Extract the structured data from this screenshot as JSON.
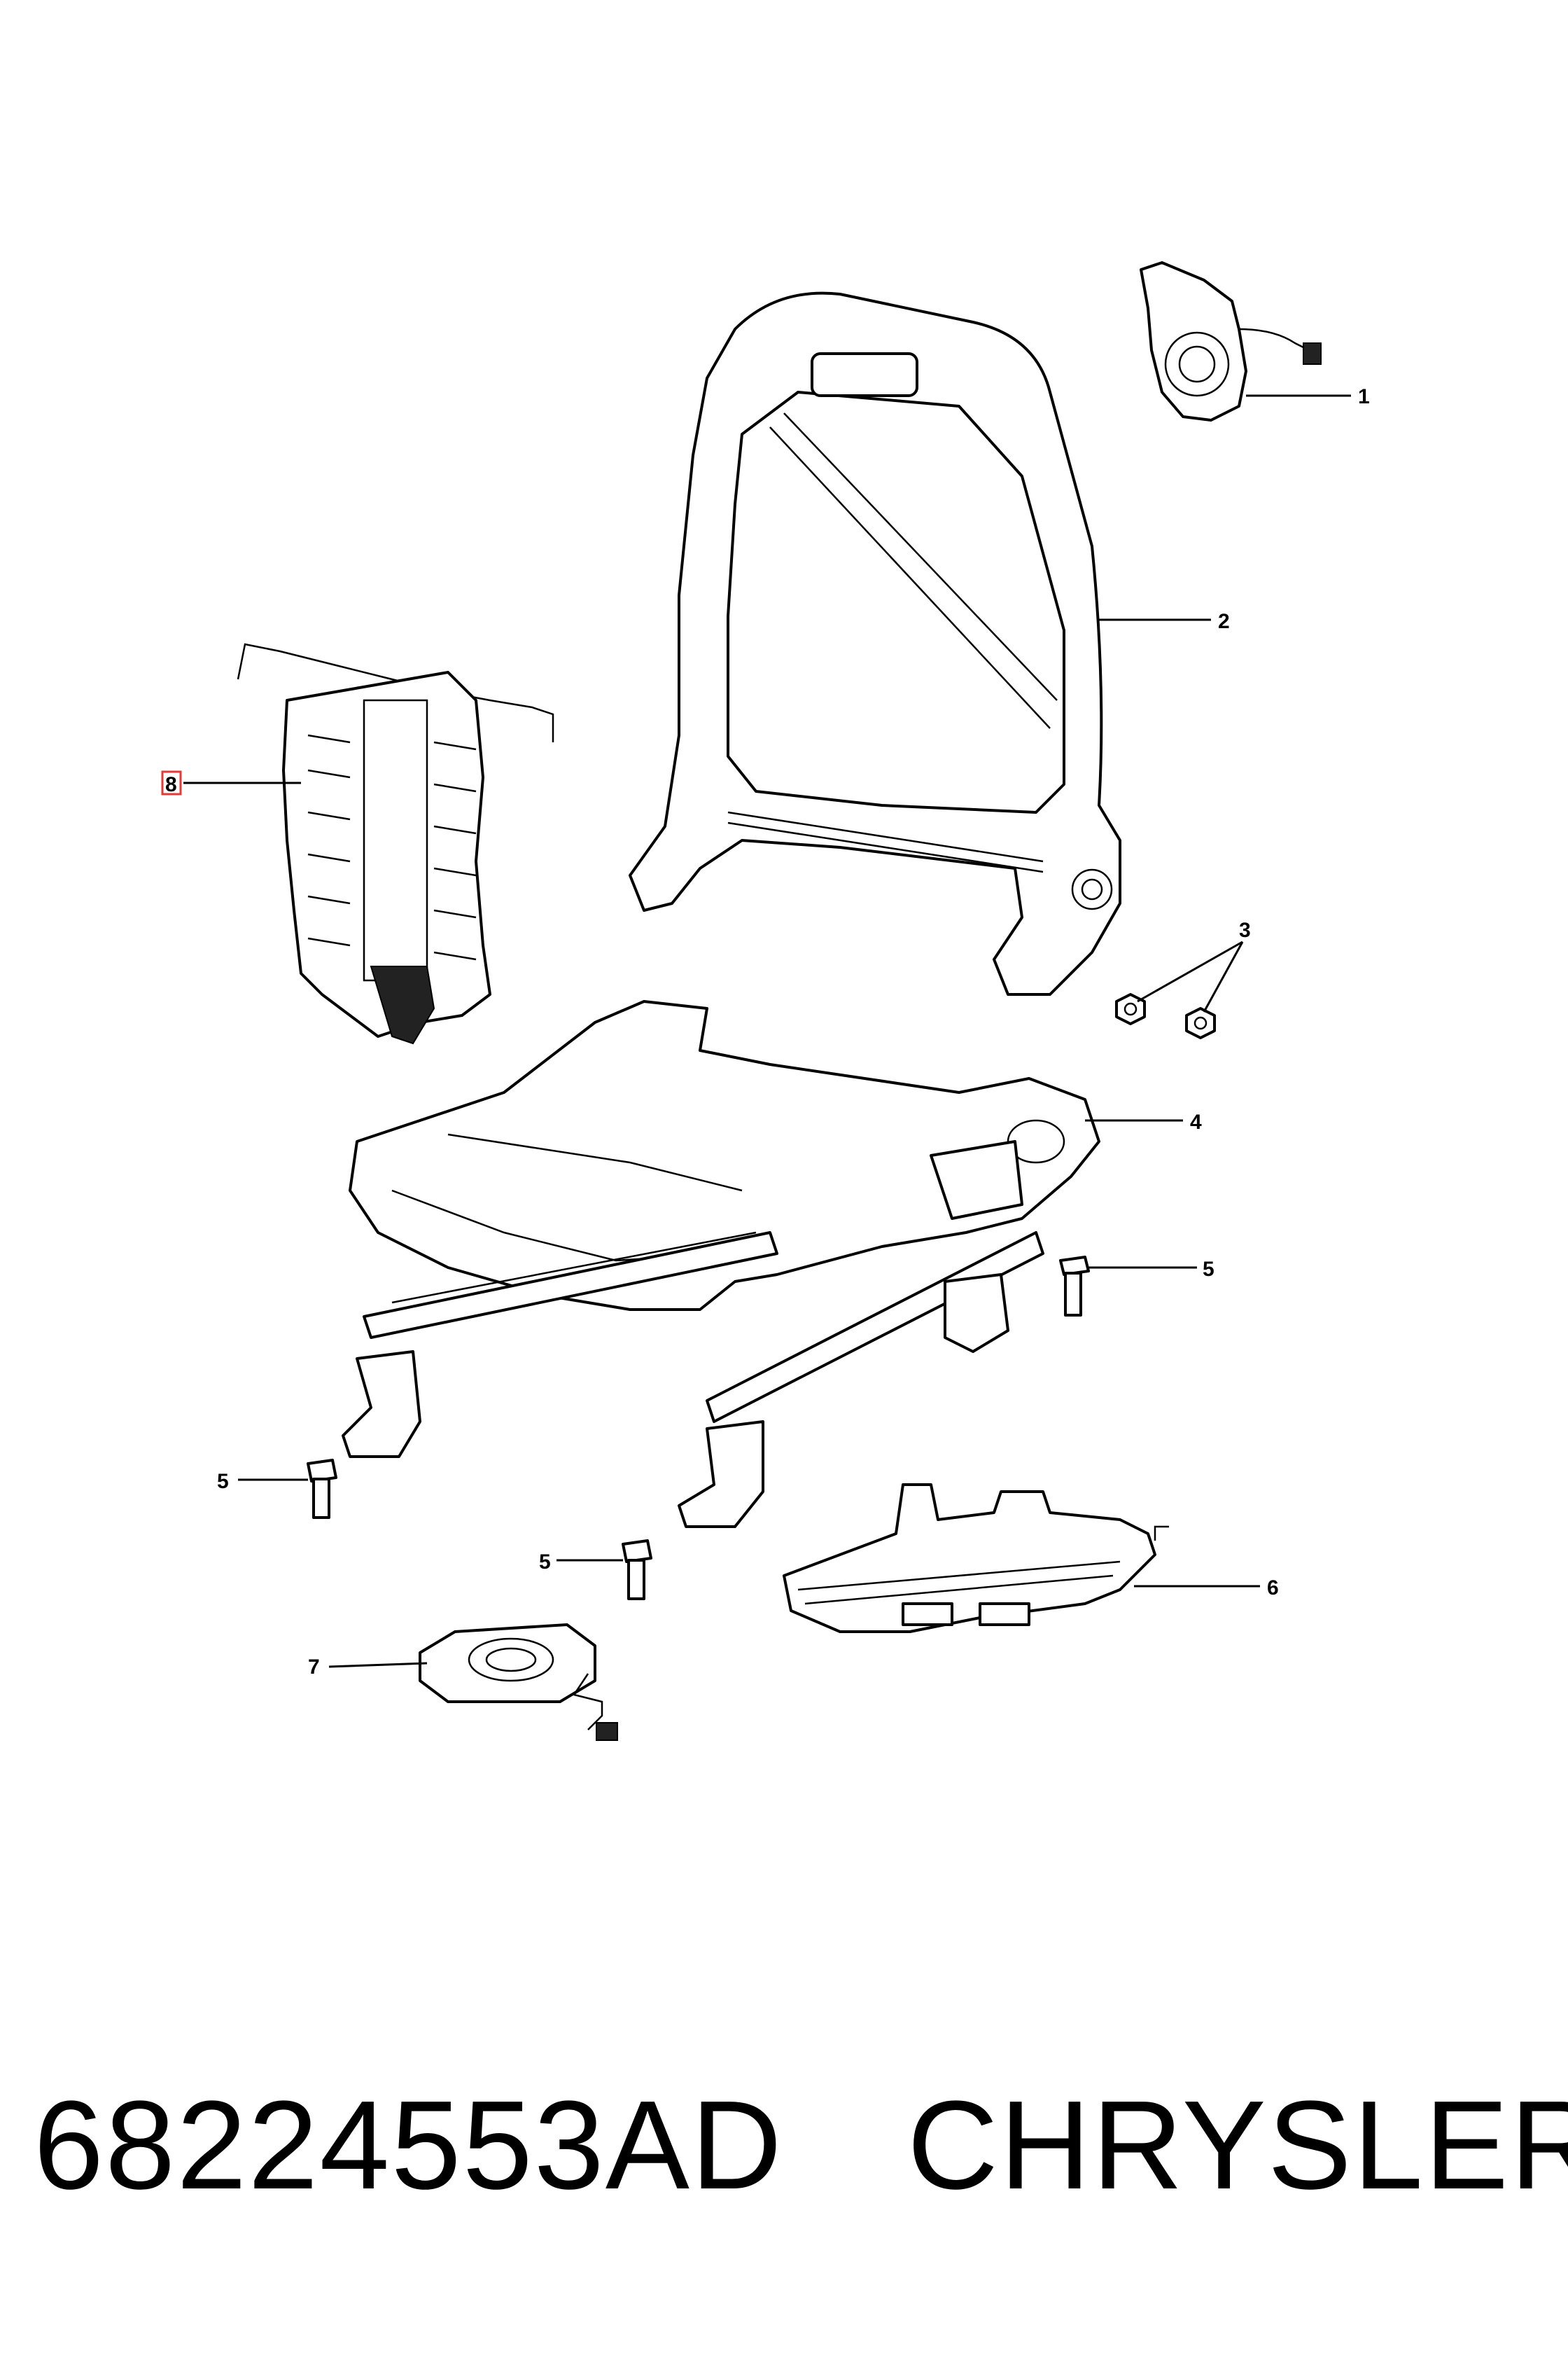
{
  "callouts": {
    "c1": "1",
    "c2": "2",
    "c3": "3",
    "c4": "4",
    "c5a": "5",
    "c5b": "5",
    "c5c": "5",
    "c6": "6",
    "c7": "7",
    "c8": "8"
  },
  "footer": {
    "part_number": "68224553AD",
    "brand": "CHRYSLER"
  },
  "colors": {
    "line": "#000000",
    "background": "#ffffff",
    "highlight": "#e53935"
  }
}
